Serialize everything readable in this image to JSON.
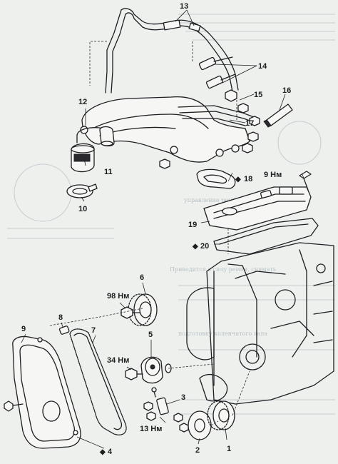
{
  "callouts": {
    "c1": "1",
    "c2": "2",
    "c3": "3",
    "c4": "4",
    "c5": "5",
    "c6": "6",
    "c7": "7",
    "c8": "8",
    "c9": "9",
    "c10": "10",
    "c11": "11",
    "c12": "12",
    "c13": "13",
    "c14": "14",
    "c15": "15",
    "c16": "16",
    "c17": "17",
    "c18": "18",
    "c19": "19",
    "c20": "20"
  },
  "torque": {
    "t9": "9 Нм",
    "t98": "98 Нм",
    "t34": "34 Нм",
    "t13": "13 Нм"
  },
  "marker_symbol": "◆",
  "background_text": {
    "b1": "управление ремня привода ГРМ",
    "b2": "Приводится в силу ремня, снимать",
    "b3": "подготовку коленчатого вала"
  }
}
